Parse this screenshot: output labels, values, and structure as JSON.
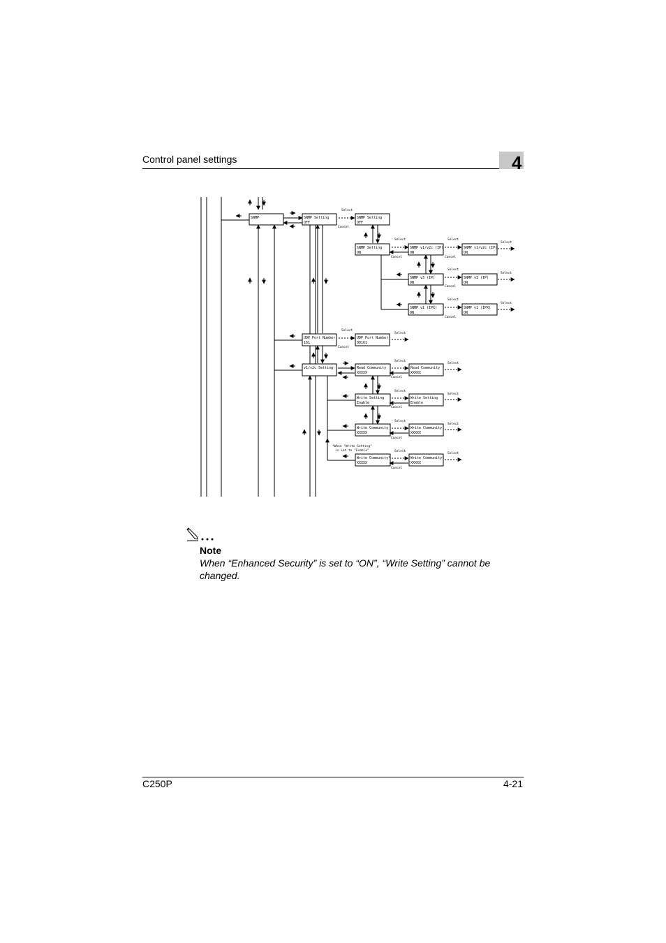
{
  "header": {
    "title": "Control panel settings",
    "chapter": "4"
  },
  "diagram": {
    "boxes": {
      "snmp": [
        "SNMP",
        ""
      ],
      "snmp_off": [
        "SNMP Setting",
        "OFF"
      ],
      "snmp_off2": [
        "SNMP Setting",
        "OFF"
      ],
      "snmp_on": [
        "SNMP Setting",
        "ON"
      ],
      "v1v2c_ip": [
        "SNMP v1/v2c (IP)",
        "ON"
      ],
      "v1v2c_ip2": [
        "SNMP v1/v2c (IP)",
        "ON"
      ],
      "v3_ip": [
        "SNMP v3 (IP)",
        "ON"
      ],
      "v3_ip2": [
        "SNMP v3 (IP)",
        "ON"
      ],
      "v1_ipx": [
        "SNMP v1 (IPX)",
        "ON"
      ],
      "v1_ipx2": [
        "SNMP v1 (IPX)",
        "ON"
      ],
      "udp": [
        "UDP Port Number",
        "161"
      ],
      "udp2": [
        "UDP Port Number",
        "00161"
      ],
      "v1v2c_set": [
        "v1/v2c Setting",
        ""
      ],
      "read_comm": [
        "Read Community",
        "XXXXX"
      ],
      "read_comm2": [
        "Read Community",
        "XXXXX"
      ],
      "write_set": [
        "Write Setting",
        "Enable"
      ],
      "write_set2": [
        "Write Setting",
        "Enable"
      ],
      "write_comm": [
        "Write Community",
        "XXXXX"
      ],
      "write_comm2": [
        "Write Community",
        "XXXXX"
      ],
      "write_comm_s": [
        "Write Community*",
        "XXXXX"
      ],
      "write_comm_s2": [
        "Write Community*",
        "XXXXX"
      ]
    },
    "select_label": "Select",
    "cancel_label": "Cancel",
    "footnote": [
      "*When \"Write Setting\"",
      "is set to \"Enable\""
    ]
  },
  "note": {
    "heading": "Note",
    "body": "When “Enhanced Security” is set to “ON”, “Write Setting” cannot be changed."
  },
  "footer": {
    "model": "C250P",
    "page": "4-21"
  }
}
